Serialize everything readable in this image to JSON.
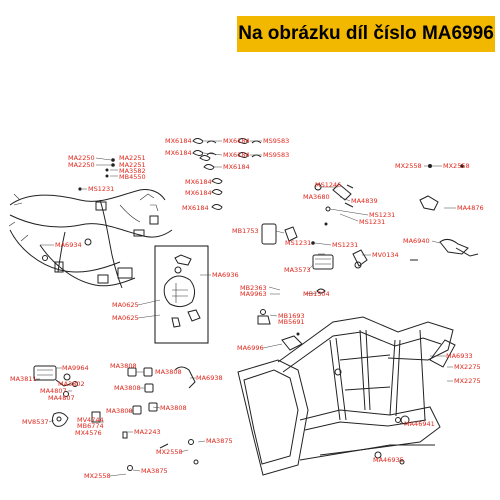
{
  "header": {
    "title": "Na obrázku díl číslo MA6996",
    "background": "#f2b800"
  },
  "label_color": "#e0261b",
  "labels": {
    "mx6184_1": "MX6184",
    "ms9583_1": "MS9583",
    "mx6184_2": "MX6184",
    "mx6184_3": "MX6184",
    "ms9583_2": "MS9583",
    "mx6184_4": "MX6184",
    "ma2250a": "MA2250",
    "ma2251a": "MA2251",
    "ma2250b": "MA2250",
    "ma2251b": "MA2251",
    "ma3582": "MA3582",
    "mb4550": "MB4550",
    "ms1231_a": "MS1231",
    "mx6184_5": "MX6184",
    "mx6184_6": "MX6184",
    "mx6184_7": "MX6184",
    "ms1246": "MS1246",
    "ma3680": "MA3680",
    "ma4839": "MA4839",
    "ms1231_b": "MS1231",
    "ms1231_c": "MS1231",
    "mx2558_a": "MX2558",
    "mx2558_b": "MX2558",
    "ma4876": "MA4876",
    "ma6934": "MA6934",
    "mb1753": "MB1753",
    "ms1231_d": "MS1231",
    "ma6940": "MA6940",
    "ms1231_e": "MS1231",
    "mv0134": "MV0134",
    "ma6936": "MA6936",
    "ma3573": "MA3573",
    "mb2363": "MB2363",
    "ma9963": "MA9963",
    "mb1504": "MB1504",
    "ma0625_a": "MA0625",
    "ma0625_b": "MA0625",
    "mb1693": "MB1693",
    "mb5691": "MB5691",
    "ma6996": "MA6996",
    "ma9964": "MA9964",
    "ma3808_a": "MA3808",
    "ma3808_b": "MA3808",
    "ma6938": "MA6938",
    "ma6933": "MA6933",
    "mx2275_a": "MX2275",
    "mx2275_b": "MX2275",
    "ma3811": "MA3811",
    "ma3802": "MA3802",
    "ma4807_a": "MA4807",
    "ma4807_b": "MA4807",
    "ma3808_c": "MA3808",
    "ma3808_d": "MA3808",
    "ma3808_e": "MA3808",
    "mv8537": "MV8537",
    "mv4744": "MV4744",
    "mb6774": "MB6774",
    "mx4576": "MX4576",
    "ma2243": "MA2243",
    "ma46941": "MA46941",
    "ma3875_a": "MA3875",
    "mx2558_c": "MX2558",
    "ma3875_b": "MA3875",
    "mx2558_d": "MX2558",
    "ma46935": "MA46935"
  }
}
